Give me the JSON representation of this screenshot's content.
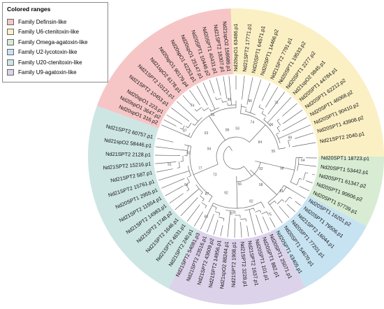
{
  "legend": {
    "title": "Colored ranges",
    "items": [
      {
        "label": "Family Definsin-like",
        "color": "#f6c6c6"
      },
      {
        "label": "Family U6-ctenitoxin-like",
        "color": "#fbf0c4"
      },
      {
        "label": "Family Omega-agatoxin-like",
        "color": "#d7ecd3"
      },
      {
        "label": "Family U2-lycotoxin-like",
        "color": "#c7e3f2"
      },
      {
        "label": "Family U20-ctenitoxin-like",
        "color": "#cde6e4"
      },
      {
        "label": "Family U9-agatoxin-like",
        "color": "#dcd2ea"
      }
    ]
  },
  "families": [
    {
      "name": "Family Definsin-like",
      "color": "#f6c6c6",
      "start": 290,
      "end": 358
    },
    {
      "name": "Family U6-ctenitoxin-like",
      "color": "#fbf0c4",
      "start": 358,
      "end": 90
    },
    {
      "name": "Family Omega-agatoxin-like",
      "color": "#d7ecd3",
      "start": 90,
      "end": 118
    },
    {
      "name": "Family U2-lycotoxin-like",
      "color": "#c7e3f2",
      "start": 118,
      "end": 152
    },
    {
      "name": "Family U20-ctenitoxin-like",
      "color": "#cde6e4",
      "start": 207,
      "end": 290
    },
    {
      "name": "Family U9-agatoxin-like",
      "color": "#dcd2ea",
      "start": 152,
      "end": 207
    }
  ],
  "leaves": [
    {
      "label": "Nd20spO1 316.p2",
      "angle": 293
    },
    {
      "label": "Nd20spO1 3647.p2",
      "angle": 297
    },
    {
      "label": "Nd20spO1 223.p1",
      "angle": 301
    },
    {
      "label": "Nd21SPT2 10453.p1",
      "angle": 307
    },
    {
      "label": "Nd21SPT2 10121.p1",
      "angle": 313
    },
    {
      "label": "Nd21spO2 6178.p1",
      "angle": 319
    },
    {
      "label": "Nd20spO1 90179.p4",
      "angle": 325
    },
    {
      "label": "Nd20spO1 42253.p1",
      "angle": 331
    },
    {
      "label": "Nd20spO1 25147.p1",
      "angle": 336
    },
    {
      "label": "Nd20SPT1 10446.p2",
      "angle": 341
    },
    {
      "label": "Nd20SPT1 40431.p1",
      "angle": 346
    },
    {
      "label": "Nd21SPT2 18307.p1",
      "angle": 351
    },
    {
      "label": "Nd21spO2 158989.p1",
      "angle": 355
    },
    {
      "label": "Nd20spO1 63486.p1",
      "angle": 360
    },
    {
      "label": "Nd21SPT2 17771.p1",
      "angle": 6
    },
    {
      "label": "Nd20SPT1 64571.p1",
      "angle": 12
    },
    {
      "label": "Nd20SPT1 14466.p2",
      "angle": 18
    },
    {
      "label": "Nd21SPT2 7791.p1",
      "angle": 25
    },
    {
      "label": "Nd20SPT1 19533.p2",
      "angle": 31
    },
    {
      "label": "Nd20SPT1 2277.p2",
      "angle": 37
    },
    {
      "label": "Nd21spO2 9845.p1",
      "angle": 43
    },
    {
      "label": "Nd20SPT1 44784.p1",
      "angle": 49
    },
    {
      "label": "Nd20SPT1 62212.p2",
      "angle": 55
    },
    {
      "label": "Nd20SPT1 46068.p2",
      "angle": 61
    },
    {
      "label": "Nd20SPT1 90410.p2",
      "angle": 67
    },
    {
      "label": "Nd20SPT1 43908.p2",
      "angle": 73
    },
    {
      "label": "Nd21SPT2 2040.p1",
      "angle": 80
    },
    {
      "label": "Nd20SPT1 18723.p1",
      "angle": 91
    },
    {
      "label": "Nd20SPT1 53442.p1",
      "angle": 97
    },
    {
      "label": "Nd20SPT1 61347.p2",
      "angle": 103
    },
    {
      "label": "Nd20SPT1 90606.p2",
      "angle": 109
    },
    {
      "label": "Nd20SPT1 57739.p1",
      "angle": 115
    },
    {
      "label": "Nd20SPT1 16201.p2",
      "angle": 121
    },
    {
      "label": "Nd20SPT1 79506.p1",
      "angle": 127
    },
    {
      "label": "Nd21SPT2 16044.p1",
      "angle": 133
    },
    {
      "label": "Nd20SPT1 77201.p1",
      "angle": 139
    },
    {
      "label": "Nd20SPT1 54670.p1",
      "angle": 145
    },
    {
      "label": "Nd20SPT1 43405.p1",
      "angle": 151
    },
    {
      "label": "Nd20SPT1 25071.p1",
      "angle": 156
    },
    {
      "label": "Nd20SPT1 882.p1",
      "angle": 161
    },
    {
      "label": "Nd20SPT1 101.p1",
      "angle": 166
    },
    {
      "label": "Nd21SPT2 1637.p1",
      "angle": 171
    },
    {
      "label": "Nd21SPT2 3228.p1",
      "angle": 176
    },
    {
      "label": "Nd21SPT2 1908.p1",
      "angle": 181
    },
    {
      "label": "Nd21spO2 88244.p1",
      "angle": 186
    },
    {
      "label": "Nd21SPT2 14956.p1",
      "angle": 191
    },
    {
      "label": "Nd21SPT2 43609.p2",
      "angle": 196
    },
    {
      "label": "Nd21SPT2 23516.p1",
      "angle": 201
    },
    {
      "label": "Nd21SPT2 54081.p3",
      "angle": 206
    },
    {
      "label": "Nd21SPT2 240.p1",
      "angle": 211
    },
    {
      "label": "Nd21SPT2 4631.p1",
      "angle": 217
    },
    {
      "label": "Nd21SPT2 1646.p1",
      "angle": 223
    },
    {
      "label": "Nd21SPT2 1748.p2",
      "angle": 229
    },
    {
      "label": "Nd21SPT2 14983.p1",
      "angle": 235
    },
    {
      "label": "Nd21SPT2 11554.p1",
      "angle": 241
    },
    {
      "label": "Nd20SPT1 2955.p1",
      "angle": 247
    },
    {
      "label": "Nd21SPT2 15761.p1",
      "angle": 253
    },
    {
      "label": "Nd21SPT2 587.p1",
      "angle": 259
    },
    {
      "label": "Nd21SPT2 15216.p1",
      "angle": 265
    },
    {
      "label": "Nd21SPT2 2128.p1",
      "angle": 271
    },
    {
      "label": "Nd21spO2 58446.p1",
      "angle": 277
    },
    {
      "label": "Nd21SPT2 60757.p1",
      "angle": 283
    }
  ],
  "bootstrap": [
    "93",
    "96",
    "74",
    "76",
    "96",
    "84",
    "99",
    "55",
    "64",
    "98",
    "92",
    "91",
    "98",
    "75",
    "82",
    "56",
    "97",
    "92",
    "60",
    "87",
    "73",
    "84",
    "77",
    "91",
    "81",
    "94",
    "87",
    "63",
    "74",
    "85",
    "86",
    "98"
  ]
}
